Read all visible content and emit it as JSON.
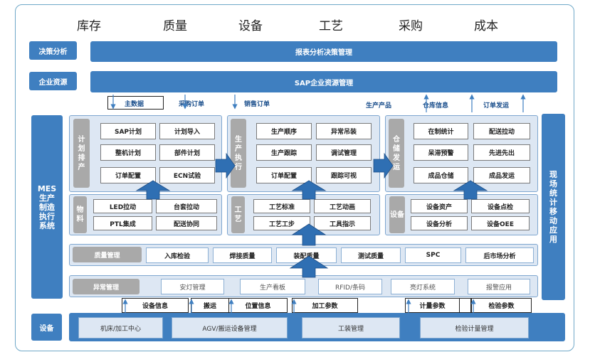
{
  "top_categories": [
    "库存",
    "质量",
    "设备",
    "工艺",
    "采购",
    "成本"
  ],
  "rows": {
    "decision": {
      "label": "决策分析",
      "bar": "报表分析决策管理"
    },
    "enterprise": {
      "label": "企业资源",
      "bar": "SAP企业资源管理"
    }
  },
  "flows": {
    "master_data": "主数据",
    "purchase_order": "采购订单",
    "sales_order": "销售订单",
    "production_product": "生产产品",
    "warehouse_info": "仓库信息",
    "order_ship": "订单发运"
  },
  "mes_sidebar": "MES生产制造执行系统",
  "right_sidebar": "现场统计 移动应用",
  "planning": {
    "label": "计划排产",
    "cells": [
      "SAP计划",
      "计划导入",
      "整机计划",
      "部件计划",
      "订单配置",
      "ECN试验"
    ]
  },
  "production": {
    "label": "生产执行",
    "cells": [
      "生产顺序",
      "异常吊装",
      "生产跟踪",
      "调试管理",
      "订单配置",
      "跟踪可视"
    ]
  },
  "warehouse": {
    "label": "仓储发运",
    "cells": [
      "在制统计",
      "配送拉动",
      "呆滞预警",
      "先进先出",
      "成品仓储",
      "成品发运"
    ]
  },
  "material": {
    "label": "物料",
    "cells": [
      "LED拉动",
      "台套拉动",
      "PTL集成",
      "配送协同"
    ]
  },
  "process": {
    "label": "工艺",
    "cells": [
      "工艺标准",
      "工艺动画",
      "工艺工步",
      "工具指示"
    ]
  },
  "equipment": {
    "label": "设备",
    "cells": [
      "设备资产",
      "设备点检",
      "设备分析",
      "设备OEE"
    ]
  },
  "quality": {
    "label": "质量管理",
    "cells": [
      "入库检验",
      "焊接质量",
      "装配质量",
      "测试质量",
      "SPC",
      "后市场分析"
    ]
  },
  "exception": {
    "label": "异常管理",
    "cells": [
      "安灯管理",
      "生产看板",
      "RFID/条码",
      "亮灯系统",
      "报警应用"
    ]
  },
  "info_boxes": [
    "设备信息",
    "搬运",
    "位置信息",
    "加工参数",
    "计量参数",
    "检验参数"
  ],
  "devices": {
    "label": "设备",
    "cells": [
      "机床/加工中心",
      "AGV/搬运设备管理",
      "工装管理",
      "检验计量管理"
    ]
  },
  "colors": {
    "primary": "#3f7fc0",
    "panel": "#dde7f3",
    "label_gray": "#a9a9a9",
    "frame": "#6fa8c8"
  }
}
